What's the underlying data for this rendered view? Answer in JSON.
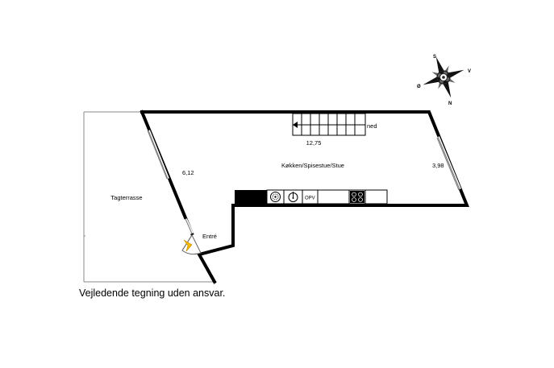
{
  "rooms": {
    "main": "Køkken/Spisestue/Stue",
    "terrace": "Tagterrasse",
    "entrance": "Entré"
  },
  "dimensions": {
    "length": "12,75",
    "width_right": "3,98",
    "width_left": "6,12"
  },
  "stairs": {
    "label": "ned"
  },
  "kitchen": {
    "dishwasher_label": "OPV"
  },
  "compass": {
    "north": "N",
    "south": "S",
    "east": "Ø",
    "west": "V"
  },
  "disclaimer": "Vejledende tegning uden ansvar."
}
